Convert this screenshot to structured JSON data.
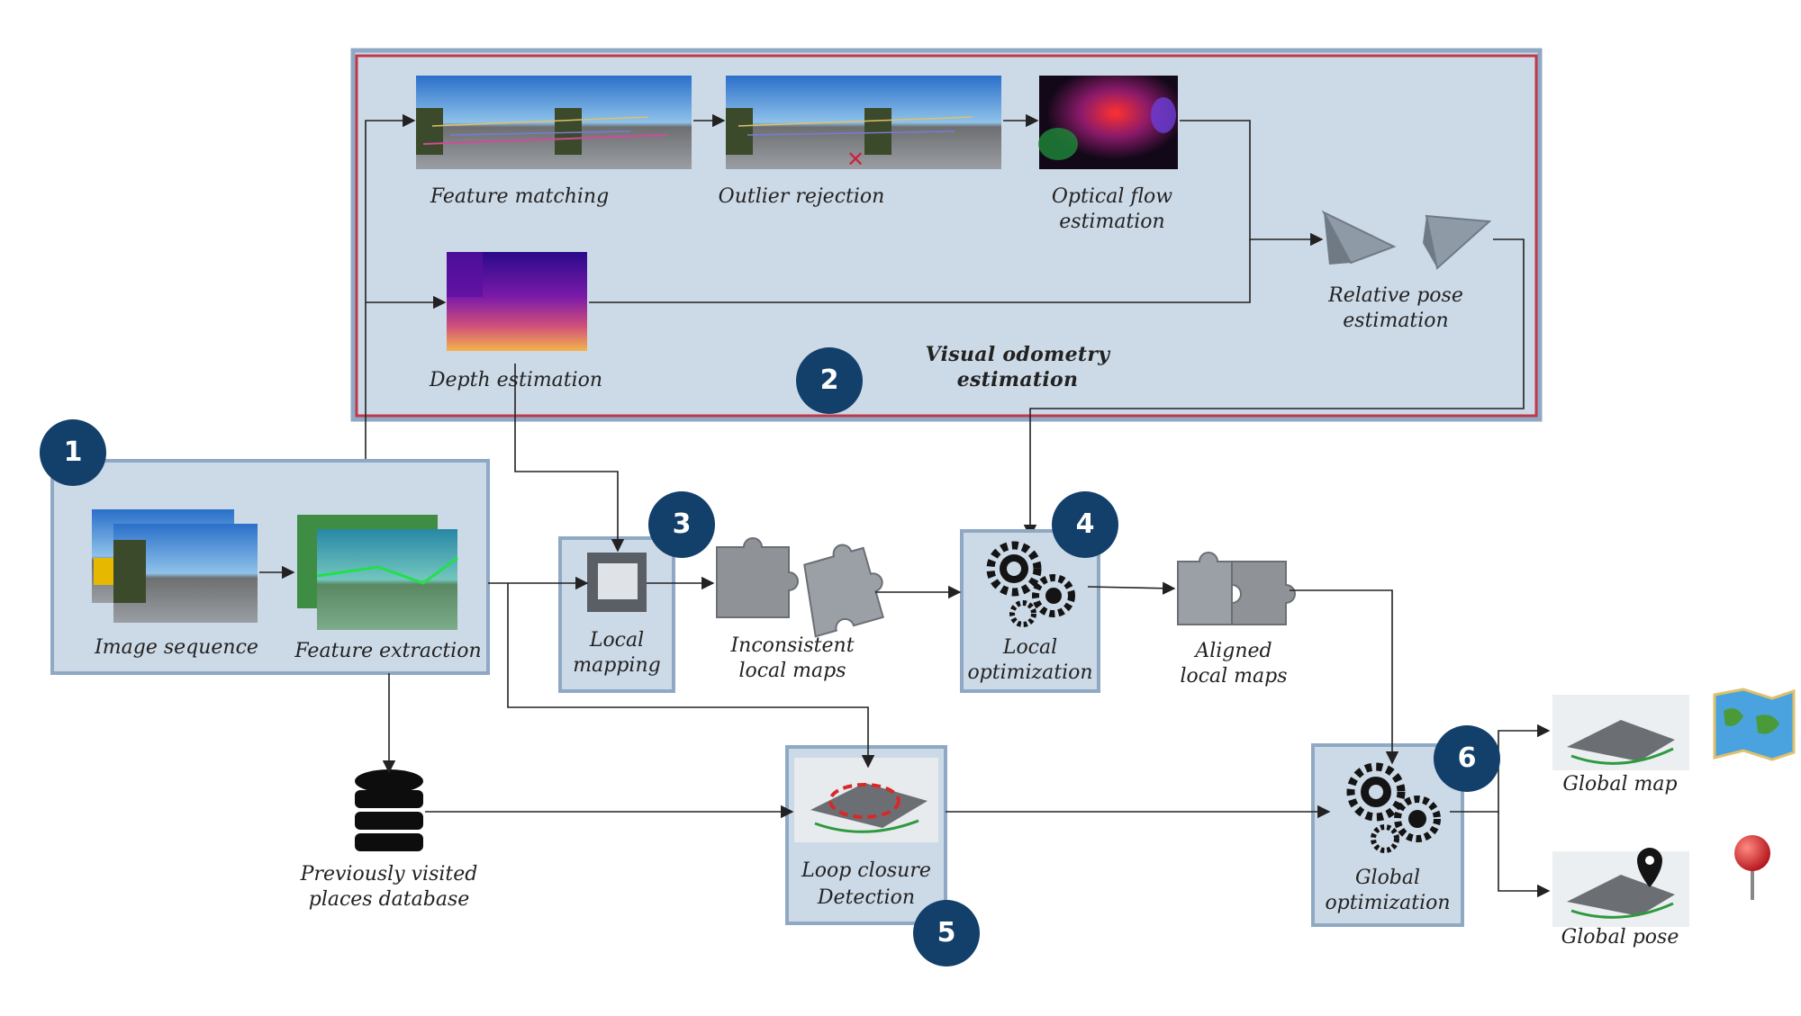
{
  "diagram": {
    "visual_odometry_title": "Visual odometry estimation",
    "steps": {
      "feature_matching": "Feature matching",
      "outlier_rejection": "Outlier rejection",
      "optical_flow_1": "Optical flow",
      "optical_flow_2": "estimation",
      "relative_pose_1": "Relative pose",
      "relative_pose_2": "estimation",
      "depth_estimation": "Depth estimation",
      "image_sequence": "Image sequence",
      "feature_extraction": "Feature extraction",
      "local_mapping_1": "Local",
      "local_mapping_2": "mapping",
      "inconsistent_1": "Inconsistent",
      "inconsistent_2": "local maps",
      "local_opt_1": "Local",
      "local_opt_2": "optimization",
      "aligned_1": "Aligned",
      "aligned_2": "local maps",
      "database_1": "Previously visited",
      "database_2": "places database",
      "loop_closure_1": "Loop closure",
      "loop_closure_2": "Detection",
      "global_opt_1": "Global",
      "global_opt_2": "optimization",
      "global_map": "Global map",
      "global_pose": "Global pose"
    },
    "badges": [
      "1",
      "2",
      "3",
      "4",
      "5",
      "6"
    ],
    "colors": {
      "panel_fill": "#ccd9e6",
      "panel_border": "#8fa9c4",
      "vo_border_red": "#c0394a",
      "badge": "#133f6b",
      "arrow": "#222222"
    },
    "icons": [
      "gear-icon",
      "database-icon",
      "puzzle-icon",
      "map-icon",
      "location-pin-icon",
      "pushpin-icon"
    ]
  }
}
